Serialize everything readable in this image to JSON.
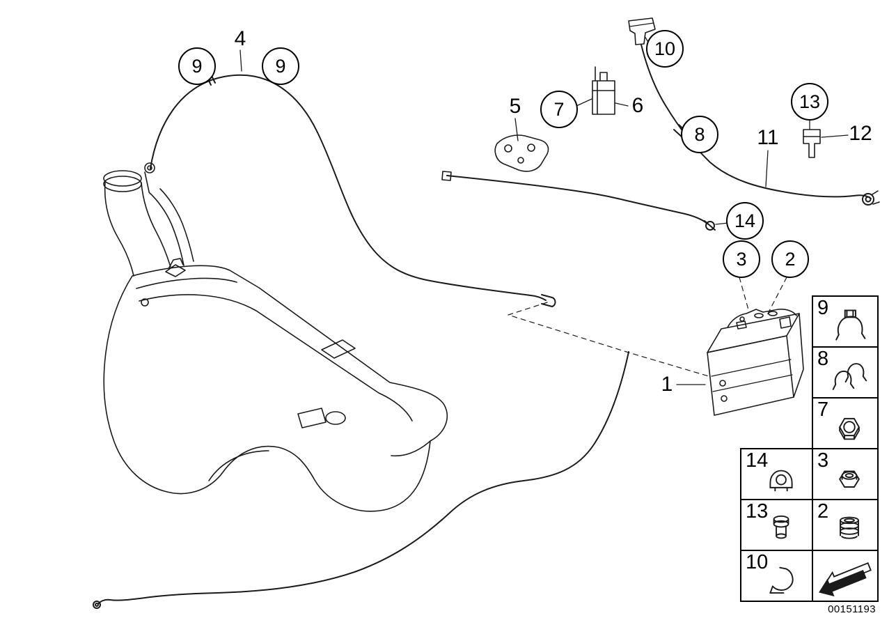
{
  "canvas": {
    "background": "#ffffff",
    "ink": "#1a1a1a"
  },
  "image_number": "00151193",
  "callouts": [
    {
      "label": "9",
      "style": "circled"
    },
    {
      "label": "4",
      "style": "plain"
    },
    {
      "label": "9",
      "style": "circled"
    },
    {
      "label": "10",
      "style": "circled"
    },
    {
      "label": "5",
      "style": "plain"
    },
    {
      "label": "7",
      "style": "circled"
    },
    {
      "label": "6",
      "style": "plain"
    },
    {
      "label": "8",
      "style": "circled"
    },
    {
      "label": "11",
      "style": "plain"
    },
    {
      "label": "13",
      "style": "circled"
    },
    {
      "label": "12",
      "style": "plain"
    },
    {
      "label": "14",
      "style": "circled"
    },
    {
      "label": "3",
      "style": "circled"
    },
    {
      "label": "2",
      "style": "circled"
    },
    {
      "label": "1",
      "style": "plain"
    }
  ],
  "legend": {
    "items": [
      {
        "label": "9",
        "icon": "hose-clamp-icon"
      },
      {
        "label": "8",
        "icon": "spring-clips-icon"
      },
      {
        "label": "7",
        "icon": "hex-nut-icon"
      },
      {
        "label": "3",
        "icon": "lock-nut-icon"
      },
      {
        "label": "2",
        "icon": "grommet-icon"
      },
      {
        "label": "14",
        "icon": "line-clip-icon"
      },
      {
        "label": "13",
        "icon": "expansion-rivet-icon"
      },
      {
        "label": "10",
        "icon": "holder-clip-icon"
      },
      {
        "label": "",
        "icon": "direction-arrow-icon"
      }
    ]
  }
}
